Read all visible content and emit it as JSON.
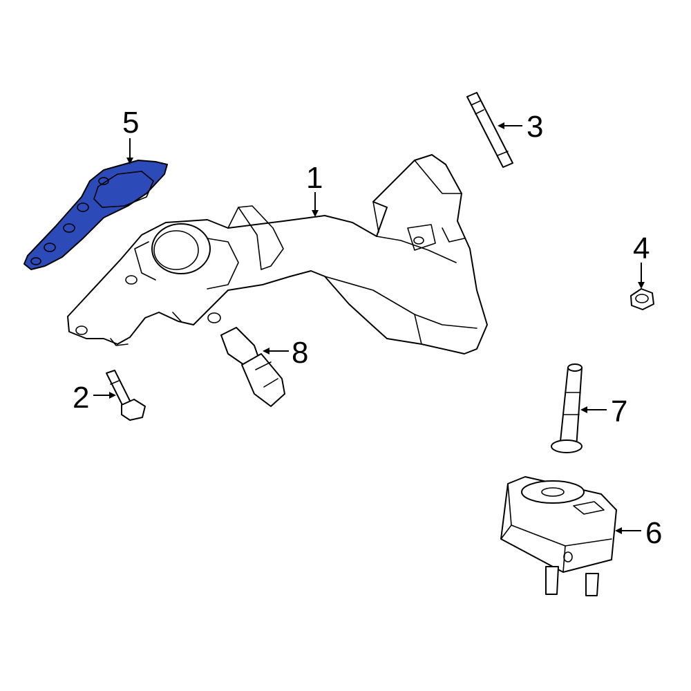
{
  "colors": {
    "highlight": "#2c4bb8",
    "outline": "#000000",
    "background": "#ffffff"
  },
  "highlighted_part": "5",
  "callouts": {
    "c1": "1",
    "c2": "2",
    "c3": "3",
    "c4": "4",
    "c5": "5",
    "c6": "6",
    "c7": "7",
    "c8": "8"
  }
}
